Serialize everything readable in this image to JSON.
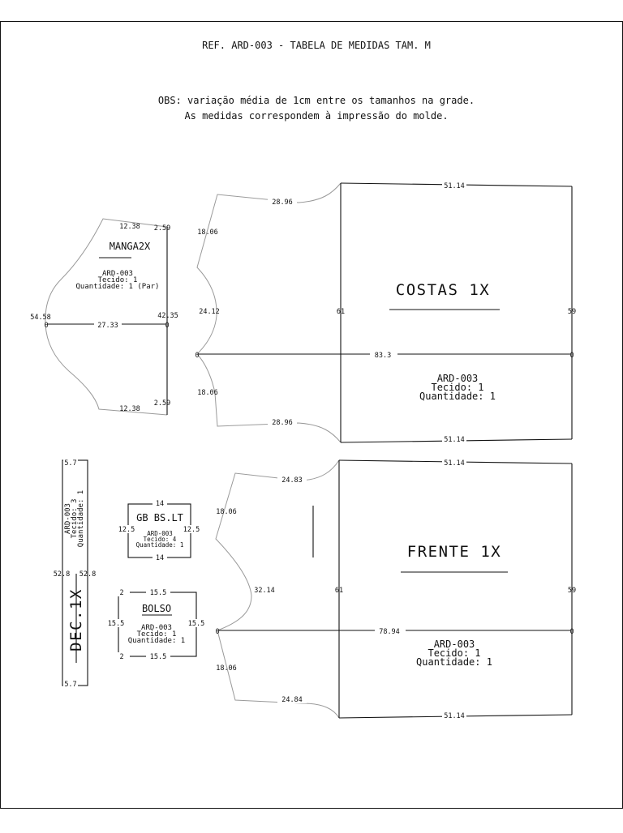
{
  "header": {
    "title": "REF. ARD-003 - TABELA DE MEDIDAS TAM. M",
    "note_line1": "OBS: variação média de 1cm entre os tamanhos na grade.",
    "note_line2": "As medidas correspondem à impressão do molde."
  },
  "pieces": {
    "manga": {
      "name": "MANGA2X",
      "ref": "ARD-003",
      "fabric": "Tecido: 1",
      "qty": "Quantidade: 1 (Par)",
      "m_top_left": "12.38",
      "m_top_right": "2.59",
      "m_bottom_left": "12.38",
      "m_bottom_right": "2.59",
      "m_left": "54.58",
      "m_center": "27.33",
      "m_right": "42.35",
      "zero_left": "0",
      "zero_right": "0"
    },
    "costas": {
      "name": "COSTAS 1X",
      "ref": "ARD-003",
      "fabric": "Tecido: 1",
      "qty": "Quantidade: 1",
      "m_top": "51.14",
      "m_bottom": "51.14",
      "m_neck_top": "28.96",
      "m_neck_bottom": "28.96",
      "m_side_top": "18.06",
      "m_side_bottom": "18.06",
      "m_arm": "24.12",
      "m_fold": "61",
      "m_right": "59",
      "m_center": "83.3",
      "zero_left": "0",
      "zero_right": "0"
    },
    "frente": {
      "name": "FRENTE 1X",
      "ref": "ARD-003",
      "fabric": "Tecido: 1",
      "qty": "Quantidade: 1",
      "m_top": "51.14",
      "m_bottom": "51.14",
      "m_neck_top": "24.83",
      "m_neck_bottom": "24.84",
      "m_side_top": "18.06",
      "m_side_bottom": "18.06",
      "m_arm": "32.14",
      "m_fold": "61",
      "m_right": "59",
      "m_center": "78.94",
      "zero_left": "0",
      "zero_right": "0"
    },
    "dec": {
      "name": "DEC.1X",
      "ref": "ARD-003",
      "fabric": "Tecido: 3",
      "qty": "Quantidade: 1",
      "m_top": "5.7",
      "m_bottom": "5.7",
      "m_mid_left": "52.8",
      "m_mid_right": "52.8"
    },
    "gb": {
      "name": "GB BS.LT",
      "ref": "ARD-003",
      "fabric": "Tecido: 4",
      "qty": "Quantidade: 1",
      "m_top": "14",
      "m_bottom": "14",
      "m_left": "12.5",
      "m_right": "12.5"
    },
    "bolso": {
      "name": "BOLSO",
      "ref": "ARD-003",
      "fabric": "Tecido: 1",
      "qty": "Quantidade: 1",
      "m_top": "15.5",
      "m_bottom": "15.5",
      "m_left": "15.5",
      "m_right": "15.5",
      "m_tl": "2",
      "m_bl": "2"
    }
  }
}
